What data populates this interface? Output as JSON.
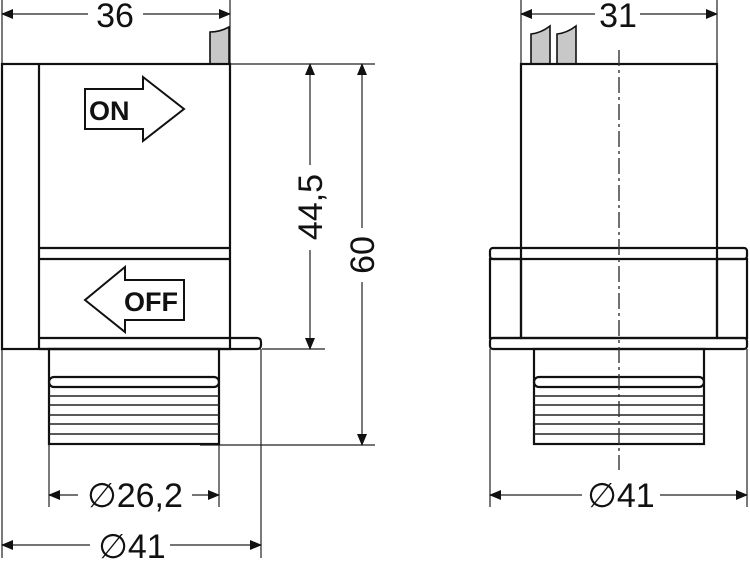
{
  "side_view": {
    "width_dim": "36",
    "height_inner_dim": "44,5",
    "height_total_dim": "60",
    "thread_dia_dim": "∅26,2",
    "flange_dia_dim": "∅41",
    "on_label": "ON",
    "off_label": "OFF"
  },
  "front_view": {
    "width_dim": "31",
    "flange_dia_dim": "∅41"
  },
  "colors": {
    "line": "#111111",
    "tab_fill": "#c8c8c8"
  }
}
